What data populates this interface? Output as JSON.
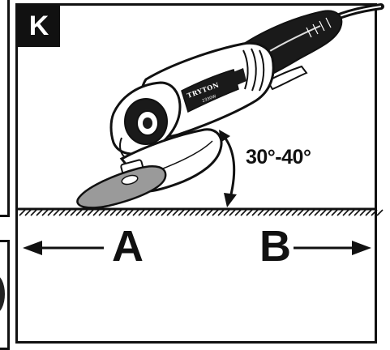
{
  "panel": {
    "letter": "K"
  },
  "tool": {
    "brand": "TRYTON",
    "power": "2330W"
  },
  "angle": {
    "label": "30°-40°"
  },
  "directions": {
    "left_label": "A",
    "right_label": "B"
  },
  "colors": {
    "line": "#111111",
    "disc": "#9a9a9a",
    "tool_dark": "#1a1a1a",
    "background": "#ffffff"
  }
}
